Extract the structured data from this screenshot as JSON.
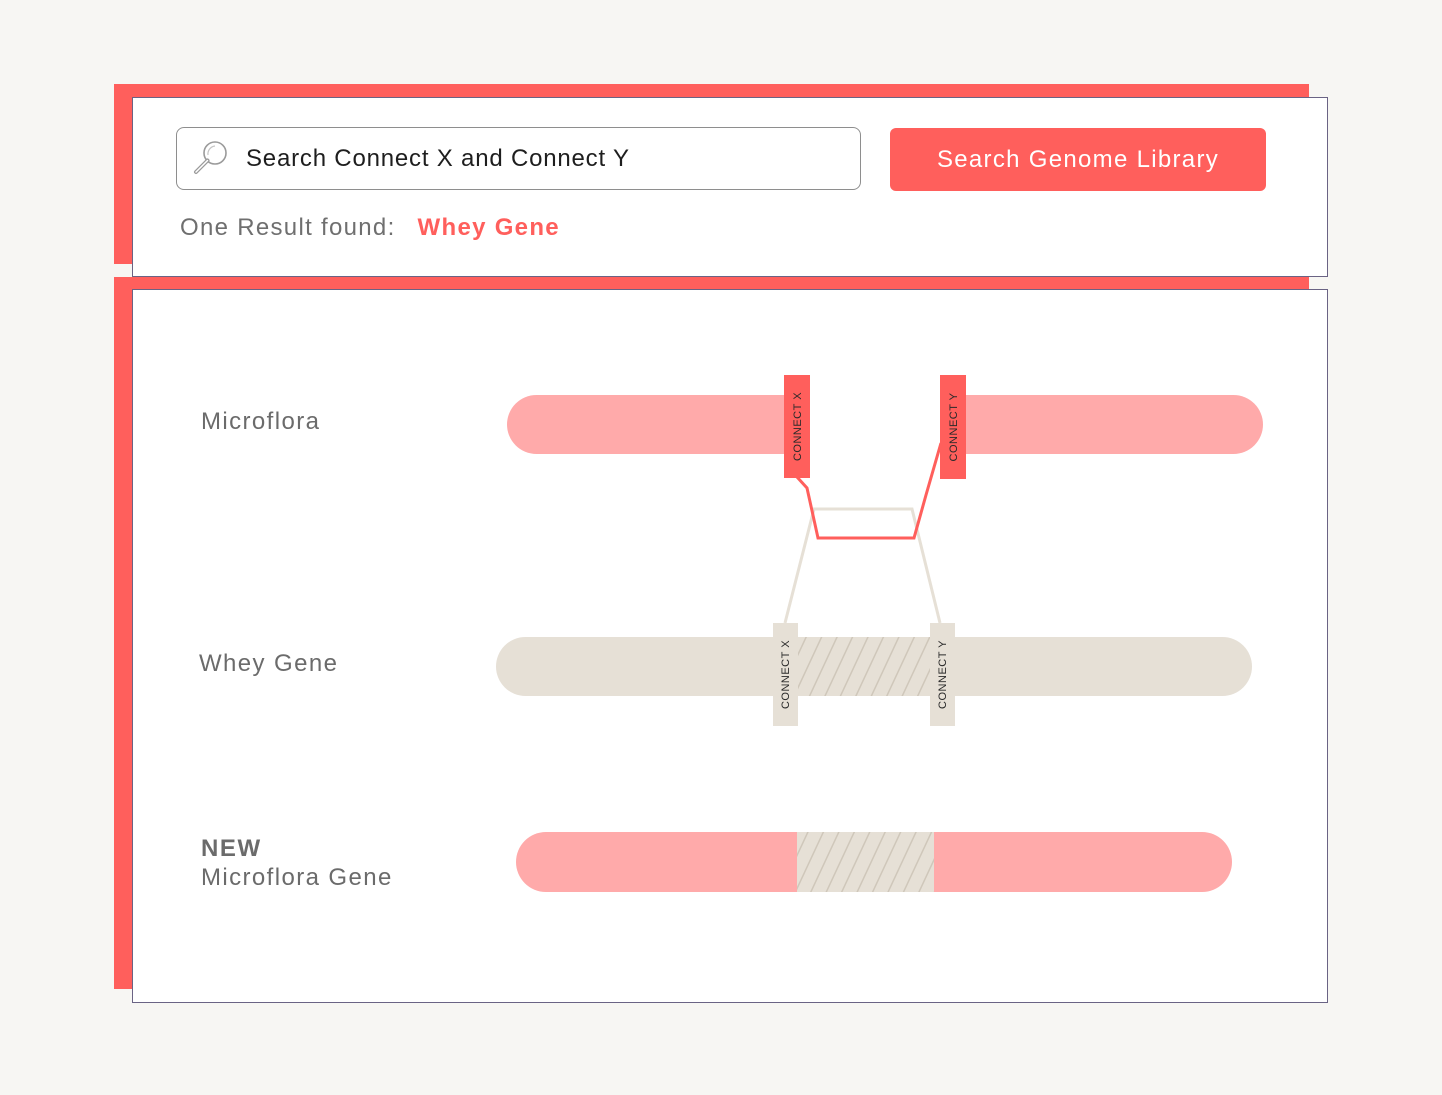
{
  "search": {
    "query": "Search Connect X and Connect Y",
    "button_label": "Search Genome Library",
    "result_prefix": "One Result found:",
    "result_value": "Whey Gene"
  },
  "rows": [
    {
      "label": "Microflora"
    },
    {
      "label": "Whey Gene"
    },
    {
      "tag": "NEW",
      "label": "Microflora Gene"
    }
  ],
  "connectors": {
    "microflora_x": "CONNECT X",
    "microflora_y": "CONNECT Y",
    "whey_x": "CONNECT X",
    "whey_y": "CONNECT Y"
  },
  "colors": {
    "accent": "#ff5f5c",
    "microflora_fill": "#ffaaaa",
    "whey_fill": "#e6e0d6",
    "text_gray": "#6b6b6b",
    "background": "#f7f6f3"
  },
  "icons": {
    "search": "magnifier-icon"
  }
}
